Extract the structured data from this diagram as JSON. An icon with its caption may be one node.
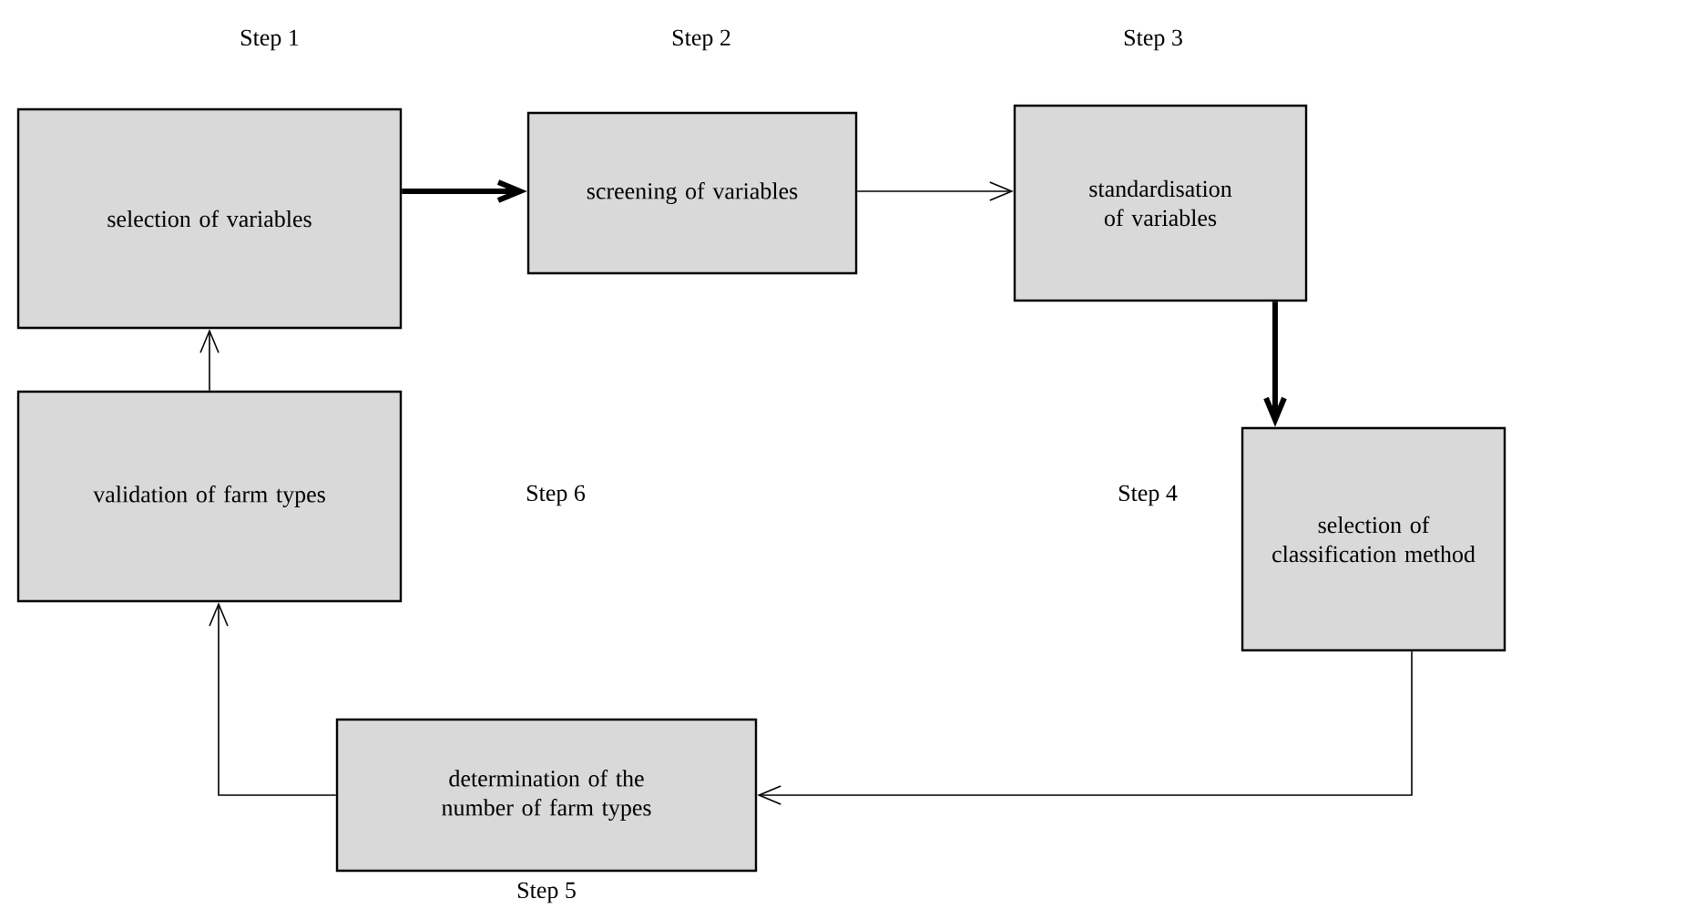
{
  "diagram": {
    "nodes": [
      {
        "text": [
          "selection of variables"
        ],
        "beside": [
          "Step 1"
        ]
      },
      {
        "text": [
          "screening of variables"
        ],
        "beside": [
          "Step 2"
        ]
      },
      {
        "text": [
          "standardisation of variables"
        ],
        "beside": [
          "Step 3"
        ]
      },
      {
        "text": [
          "selection of classification method"
        ],
        "beside": [
          "Step 4"
        ]
      },
      {
        "text": [
          "determination of the number of farm types"
        ],
        "beside": [
          "Step 5"
        ]
      },
      {
        "text": [
          "validation of farm types"
        ]
      }
    ],
    "labels": [
      "Step 6"
    ],
    "edges": [
      {
        "from": 0,
        "to": 1,
        "arrow": "to",
        "style": "thick"
      },
      {
        "from": 1,
        "to": 2,
        "arrow": "to"
      },
      {
        "from": 2,
        "to": 3,
        "arrow": "to",
        "style": "thick"
      },
      {
        "from": 3,
        "to": 4,
        "arrow": "to"
      },
      {
        "from": 4,
        "to": 5,
        "arrow": "to"
      },
      {
        "from": 5,
        "to": 0,
        "arrow": "to"
      }
    ]
  }
}
